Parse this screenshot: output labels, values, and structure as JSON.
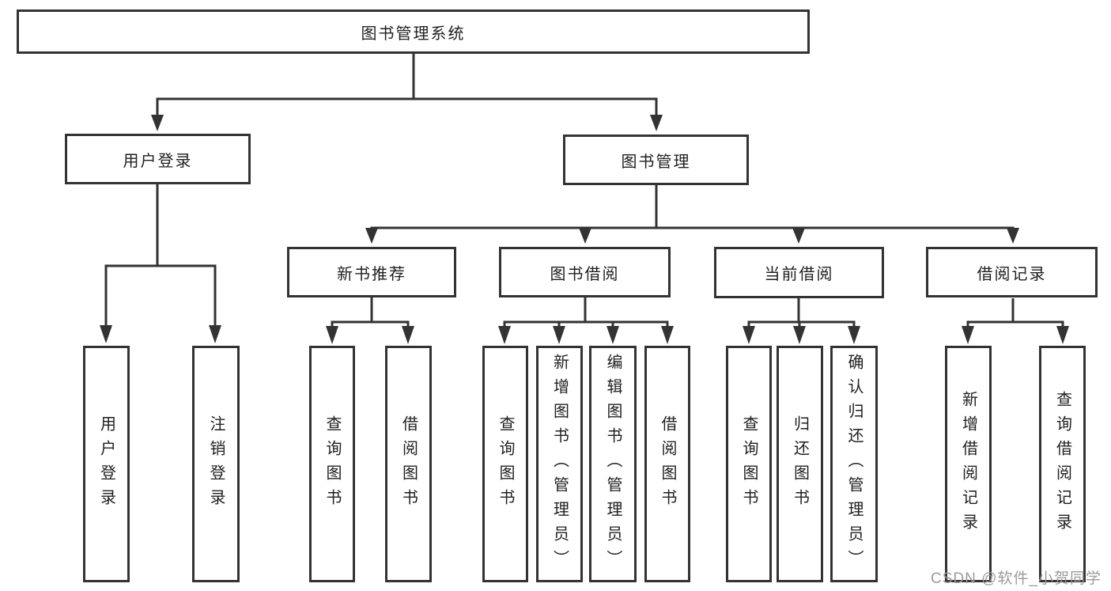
{
  "diagram": {
    "type": "hierarchy-tree",
    "colors": {
      "line": "#333333",
      "box_border": "#333333",
      "box_background": "#ffffff",
      "text": "#1f1f1f",
      "watermark": "#9b9b9b"
    },
    "root": {
      "label": "图书管理系统"
    },
    "branches": [
      {
        "label": "用户登录",
        "children": [
          {
            "label": "用户登录"
          },
          {
            "label": "注销登录"
          }
        ]
      },
      {
        "label": "图书管理",
        "sections": [
          {
            "label": "新书推荐",
            "children": [
              {
                "label": "查询图书"
              },
              {
                "label": "借阅图书"
              }
            ]
          },
          {
            "label": "图书借阅",
            "children": [
              {
                "label": "查询图书"
              },
              {
                "label": "新增图书（管理员）"
              },
              {
                "label": "编辑图书（管理员）"
              },
              {
                "label": "借阅图书"
              }
            ]
          },
          {
            "label": "当前借阅",
            "children": [
              {
                "label": "查询图书"
              },
              {
                "label": "归还图书"
              },
              {
                "label": "确认归还（管理员）"
              }
            ]
          },
          {
            "label": "借阅记录",
            "children": [
              {
                "label": "新增借阅记录"
              },
              {
                "label": "查询借阅记录"
              }
            ]
          }
        ]
      }
    ],
    "watermark": "CSDN @软件_小贺同学"
  }
}
